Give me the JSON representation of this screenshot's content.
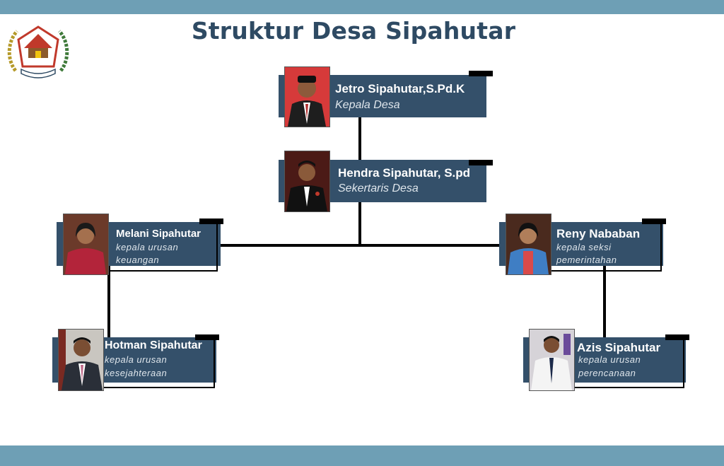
{
  "title": "Struktur Desa Sipahutar",
  "logo": {
    "icon": "regency-emblem-icon"
  },
  "members": [
    {
      "id": "kepala",
      "name": "Jetro  Sipahutar,S.Pd.K",
      "role": "Kepala Desa",
      "photo_bg": "#d63a3a"
    },
    {
      "id": "sekretaris",
      "name": "Hendra Sipahutar, S.pd",
      "role": "Sekertaris Desa",
      "photo_bg": "#5a1e18"
    },
    {
      "id": "keuangan",
      "name": "Melani Sipahutar",
      "role_line1": "kepala urusan",
      "role_line2": "keuangan",
      "photo_bg": "#6b3a2a"
    },
    {
      "id": "pemerintahan",
      "name": "Reny Nababan",
      "role_line1": "kepala seksi",
      "role_line2": "pemerintahan",
      "photo_bg": "#4a2a1e"
    },
    {
      "id": "kesejahteraan",
      "name": "Hotman Sipahutar",
      "role_line1": "kepala urusan",
      "role_line2": "kesejahteraan",
      "photo_bg": "#c9c6c0"
    },
    {
      "id": "perencanaan",
      "name": "Azis Sipahutar",
      "role_line1": "kepala urusan",
      "role_line2": "perencanaan",
      "photo_bg": "#d6d3d8"
    }
  ],
  "colors": {
    "band": "#6e9fb5",
    "title": "#2e4a63",
    "card": "#34506a",
    "connector": "#000000"
  }
}
